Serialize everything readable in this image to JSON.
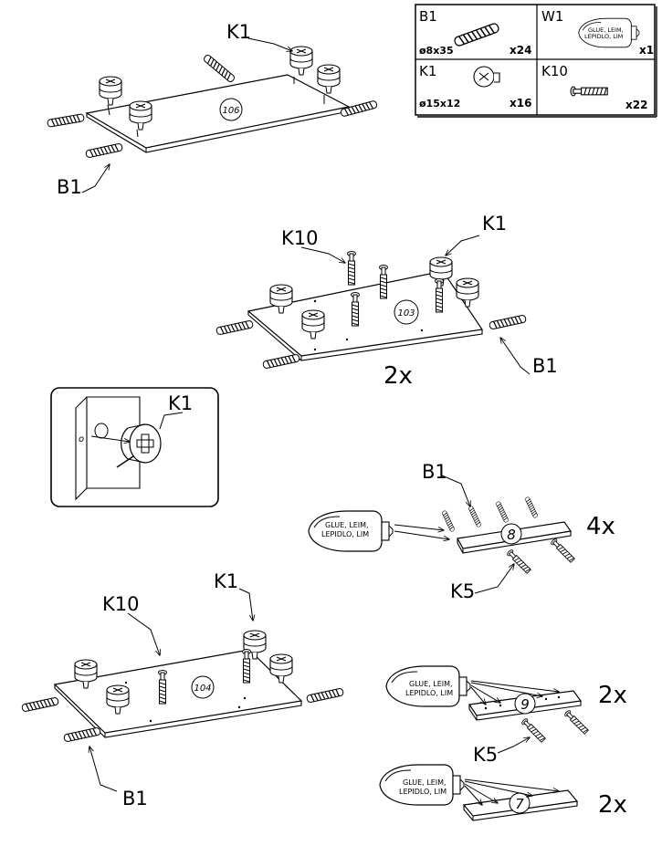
{
  "legend": {
    "cells": [
      {
        "code": "B1",
        "spec": "ø8x35",
        "qty": "x24",
        "icon": "wooden-dowel-icon"
      },
      {
        "code": "W1",
        "spec": "",
        "qty": "x1",
        "icon": "glue-bottle-icon",
        "icon_text": [
          "GLUE, LEIM,",
          "LEPIDLO, LIM"
        ]
      },
      {
        "code": "K1",
        "spec": "ø15x12",
        "qty": "x16",
        "icon": "cam-lock-icon"
      },
      {
        "code": "K10",
        "spec": "",
        "qty": "x22",
        "icon": "cam-bolt-icon"
      }
    ]
  },
  "step1": {
    "panel": "106",
    "labels": {
      "k1": "K1",
      "b1": "B1"
    }
  },
  "step2": {
    "panel": "103",
    "labels": {
      "k10": "K10",
      "k1": "K1",
      "b1": "B1"
    },
    "multiplier": "2x"
  },
  "detail": {
    "label": "K1"
  },
  "step3": {
    "panel": "104",
    "labels": {
      "k10": "K10",
      "k1": "K1",
      "b1": "B1"
    }
  },
  "step4": {
    "panel": "8",
    "labels": {
      "b1": "B1",
      "k5": "K5"
    },
    "multiplier": "4x",
    "glue": [
      "GLUE, LEIM,",
      "LEPIDLO, LIM"
    ]
  },
  "step5": {
    "panel": "9",
    "labels": {
      "k5": "K5"
    },
    "multiplier": "2x",
    "glue": [
      "GLUE, LEIM,",
      "LEPIDLO, LIM"
    ]
  },
  "step6": {
    "panel": "7",
    "multiplier": "2x",
    "glue": [
      "GLUE, LEIM,",
      "LEPIDLO, LIM"
    ]
  }
}
